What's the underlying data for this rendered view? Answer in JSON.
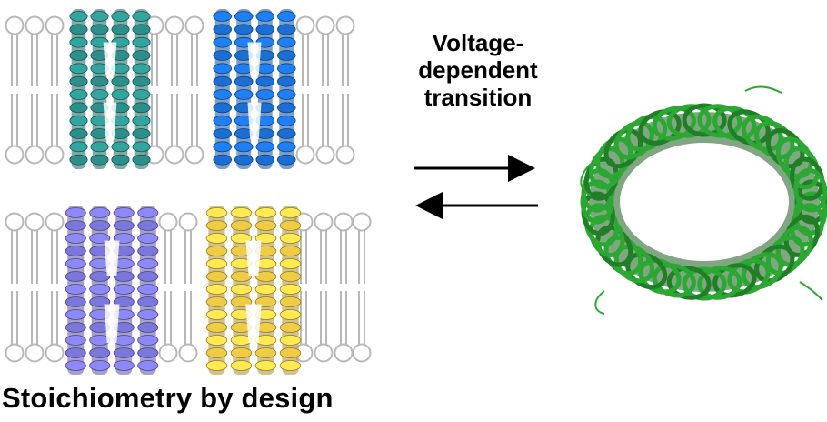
{
  "transition_label": {
    "line1": "Voltage-",
    "line2": "dependent",
    "line3": "transition"
  },
  "caption": "Stoichiometry by design",
  "membranes": [
    {
      "name": "membrane-top",
      "proteins": [
        {
          "name": "helix-bundle-teal",
          "color": "#2a9089"
        },
        {
          "name": "helix-bundle-blue",
          "color": "#1a6fd6"
        }
      ]
    },
    {
      "name": "membrane-bottom",
      "proteins": [
        {
          "name": "helix-bundle-periwinkle",
          "color": "#7b77dc"
        },
        {
          "name": "helix-bundle-yellow",
          "color": "#f0cc45"
        }
      ]
    }
  ],
  "pore_ring": {
    "name": "pore-ring",
    "color": "#2aa832"
  },
  "colors": {
    "lipid": "#b8b8b8",
    "arrow": "#000000"
  }
}
